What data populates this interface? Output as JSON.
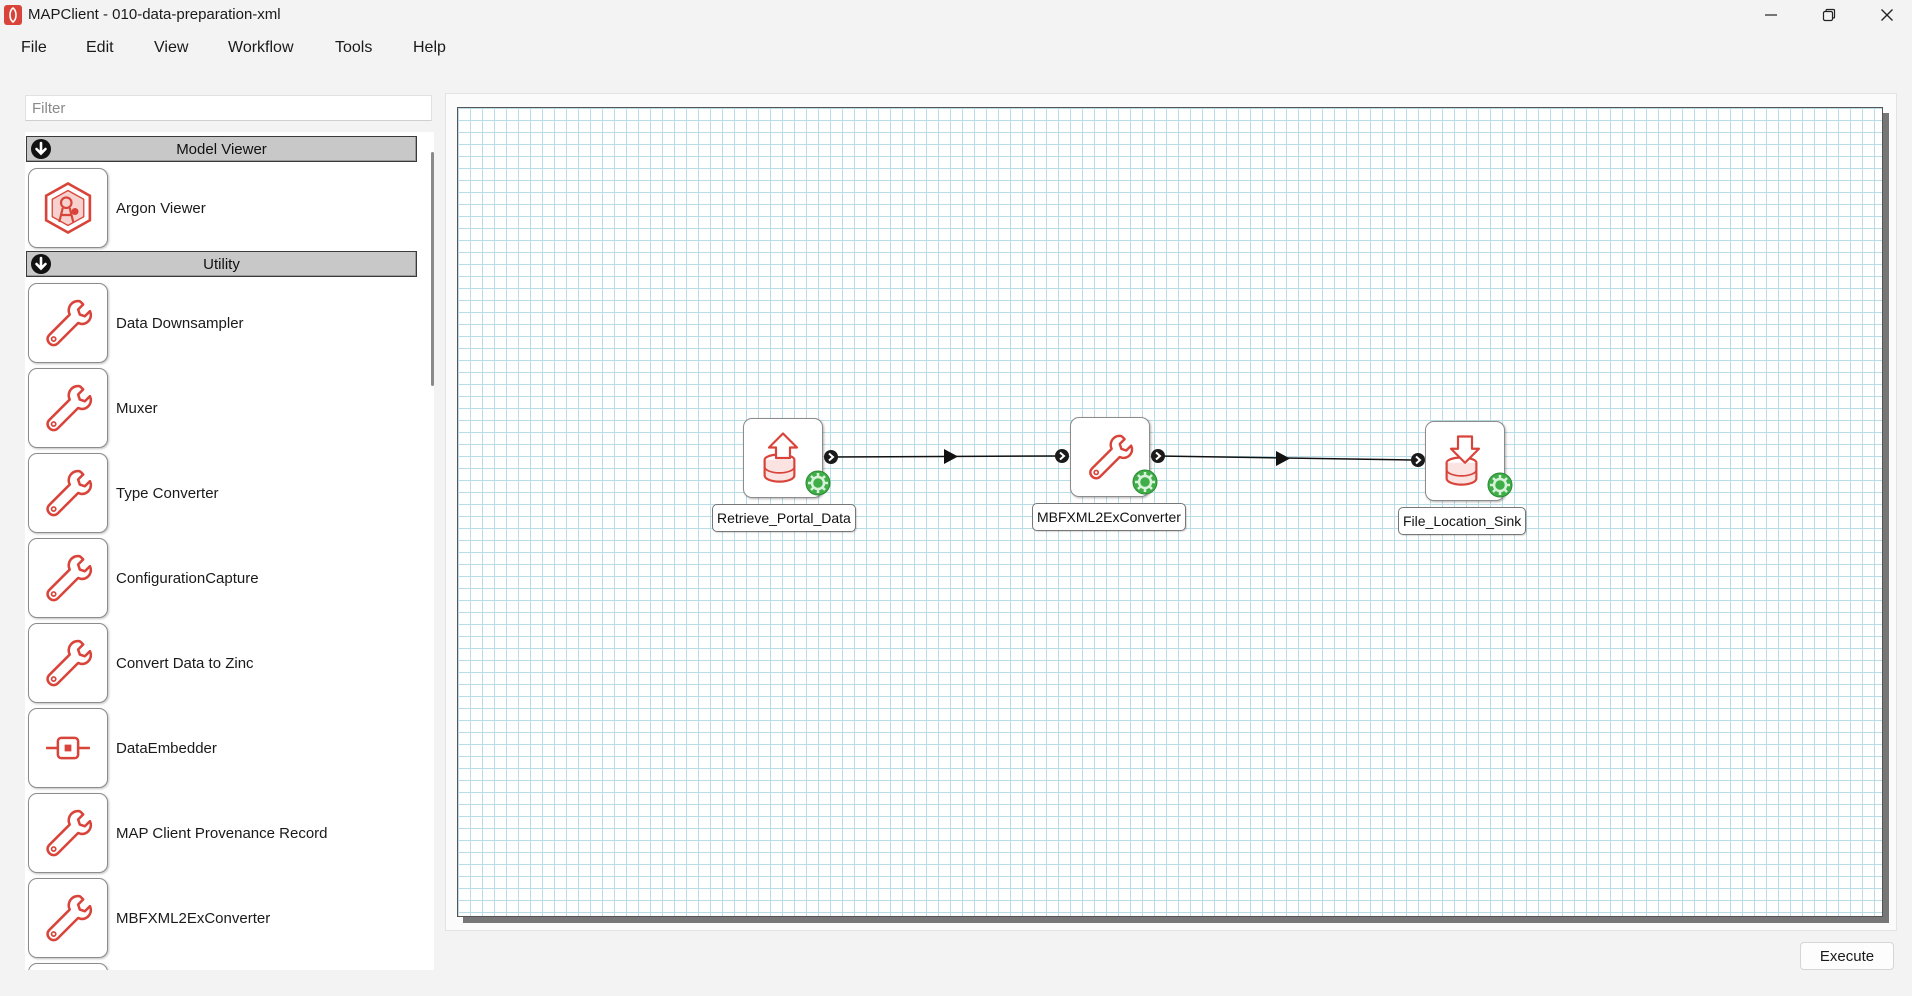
{
  "window": {
    "title": "MAPClient - 010-data-preparation-xml"
  },
  "menu": [
    "File",
    "Edit",
    "View",
    "Workflow",
    "Tools",
    "Help"
  ],
  "step_panel": {
    "filter_placeholder": "Filter",
    "categories": [
      {
        "name": "Model Viewer",
        "steps": [
          {
            "label": "Argon Viewer",
            "icon": "argon-viewer-icon"
          }
        ]
      },
      {
        "name": "Utility",
        "steps": [
          {
            "label": "Data Downsampler",
            "icon": "wrench-icon"
          },
          {
            "label": "Muxer",
            "icon": "wrench-icon"
          },
          {
            "label": "Type Converter",
            "icon": "wrench-icon"
          },
          {
            "label": "ConfigurationCapture",
            "icon": "wrench-icon"
          },
          {
            "label": "Convert Data to Zinc",
            "icon": "wrench-icon"
          },
          {
            "label": "DataEmbedder",
            "icon": "embedder-icon"
          },
          {
            "label": "MAP Client Provenance Record",
            "icon": "wrench-icon"
          },
          {
            "label": "MBFXML2ExConverter",
            "icon": "wrench-icon"
          }
        ]
      }
    ]
  },
  "workflow": {
    "nodes": [
      {
        "label": "Retrieve_Portal_Data",
        "icon": "database-upload-icon",
        "status": "configured"
      },
      {
        "label": "MBFXML2ExConverter",
        "icon": "wrench-icon",
        "status": "configured"
      },
      {
        "label": "File_Location_Sink",
        "icon": "database-download-icon",
        "status": "configured"
      }
    ]
  },
  "execute_label": "Execute",
  "colors": {
    "accent": "#d9443a",
    "grid": "#b9dde6",
    "status_ok": "#3fae49"
  }
}
